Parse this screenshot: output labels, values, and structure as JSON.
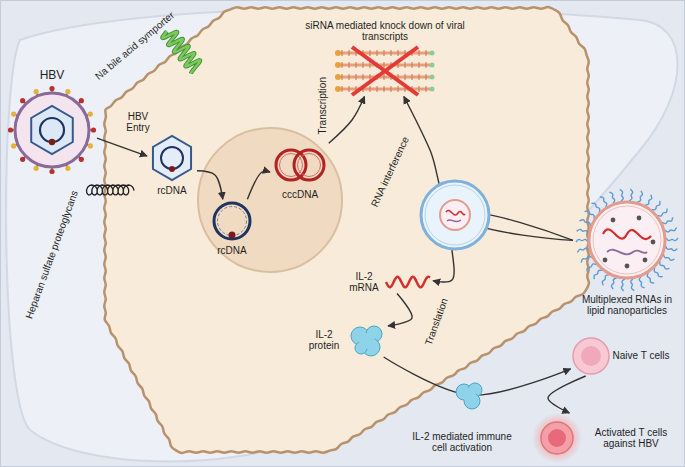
{
  "diagram": {
    "nodes": [
      {
        "text": [
          "HBV"
        ]
      },
      {
        "text": [
          "rcDNA"
        ]
      },
      {
        "text": [
          "rcDNA"
        ]
      },
      {
        "text": [
          "cccDNA"
        ]
      },
      {
        "text": [
          "siRNA mediated knock down of viral transcripts"
        ]
      },
      {
        "text": [
          "Multiplexed RNAs in lipid nanoparticles"
        ]
      },
      {
        "text": [
          "IL-2 mRNA"
        ]
      },
      {
        "text": [
          "IL-2 protein"
        ]
      },
      {
        "text": [
          "Naive T cells"
        ]
      },
      {
        "text": [
          "Activated T cells against HBV"
        ]
      }
    ],
    "edges": [
      {
        "from": 0,
        "to": 1,
        "arrow": "to",
        "label": "HBV Entry"
      },
      {
        "from": 1,
        "to": 2,
        "arrow": "to"
      },
      {
        "from": 2,
        "to": 3,
        "arrow": "to"
      },
      {
        "from": 3,
        "to": 4,
        "arrow": "to",
        "label": "Transcription"
      },
      {
        "from": 5,
        "to": 4,
        "arrow": "to",
        "label": "RNA interference"
      },
      {
        "from": 5,
        "to": 6,
        "arrow": "to"
      },
      {
        "from": 6,
        "to": 7,
        "arrow": "to",
        "label": "Translation"
      },
      {
        "from": 7,
        "to": 8,
        "arrow": "to"
      },
      {
        "from": 8,
        "to": 9,
        "arrow": "to",
        "label": "IL-2 mediated immune cell activation"
      }
    ],
    "labels": [
      "Na bile acid symporter",
      "Heparan sulfate proteoglycans"
    ]
  }
}
